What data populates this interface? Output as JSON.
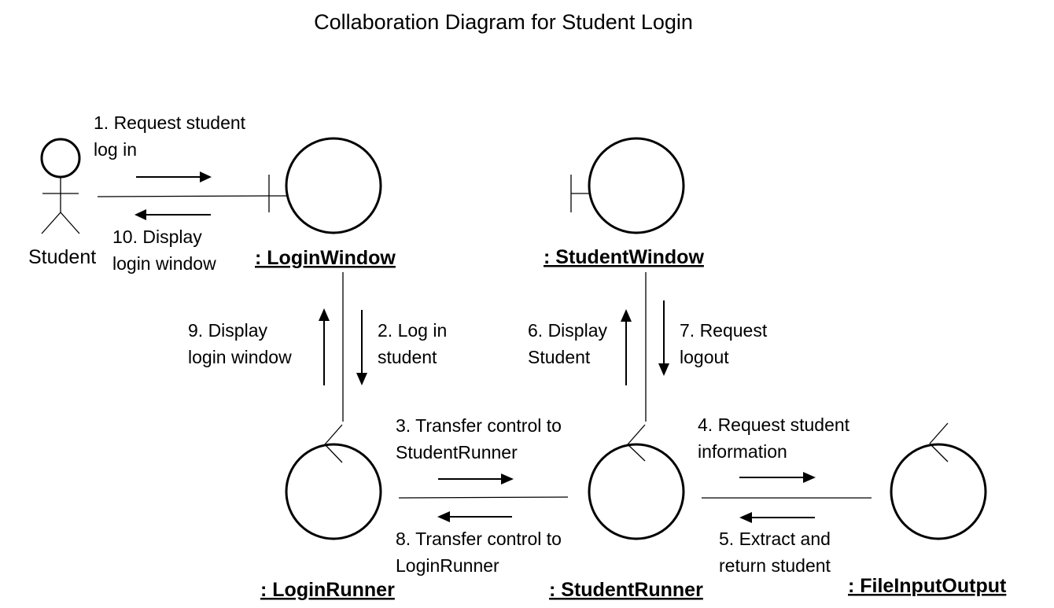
{
  "title": "Collaboration Diagram for Student Login",
  "actor": {
    "name": "Student"
  },
  "objects": {
    "login_window": ": LoginWindow",
    "student_window": ": StudentWindow",
    "login_runner": ": LoginRunner",
    "student_runner": ": StudentRunner",
    "file_io": ": FileInputOutput"
  },
  "messages": {
    "m1": [
      "1. Request student",
      "log in"
    ],
    "m2": [
      "2. Log in",
      "student"
    ],
    "m3": [
      "3. Transfer control to",
      "StudentRunner"
    ],
    "m4": [
      "4. Request student",
      "information"
    ],
    "m5": [
      "5. Extract and",
      "return student"
    ],
    "m6": [
      "6. Display",
      "Student"
    ],
    "m7": [
      "7. Request",
      "logout"
    ],
    "m8": [
      "8. Transfer control to",
      "LoginRunner"
    ],
    "m9": [
      "9. Display",
      "login window"
    ],
    "m10": [
      "10. Display",
      "login window"
    ]
  }
}
